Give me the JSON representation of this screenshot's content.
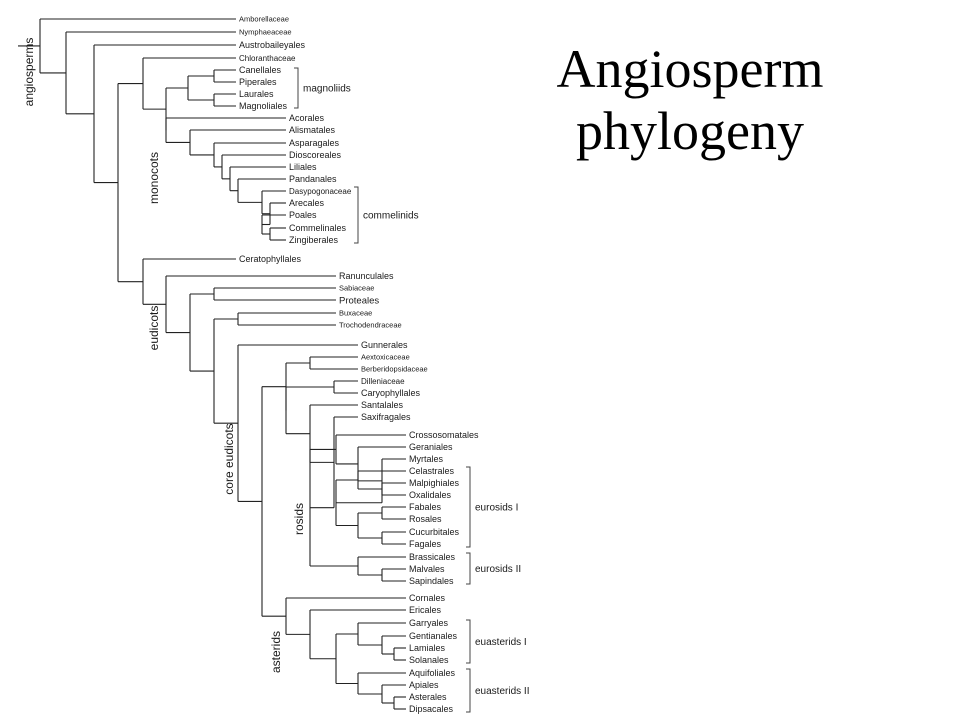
{
  "title": {
    "line1": "Angiosperm",
    "line2": "phylogeny"
  },
  "taxa": [
    "Amborellaceae",
    "Nymphaeaceae",
    "Austrobaileyales",
    "Chloranthaceae",
    "Canellales",
    "Piperales",
    "Laurales",
    "Magnoliales",
    "Acorales",
    "Alismatales",
    "Asparagales",
    "Dioscoreales",
    "Liliales",
    "Pandanales",
    "Dasypogonaceae",
    "Arecales",
    "Poales",
    "Commelinales",
    "Zingiberales",
    "Ceratophyllales",
    "Ranunculales",
    "Sabiaceae",
    "Proteales",
    "Buxaceae",
    "Trochodendraceae",
    "Gunnerales",
    "Aextoxicaceae",
    "Berberidopsidaceae",
    "Dilleniaceae",
    "Caryophyllales",
    "Santalales",
    "Saxifragales",
    "Crossosomatales",
    "Geraniales",
    "Myrtales",
    "Celastrales",
    "Malpighiales",
    "Oxalidales",
    "Fabales",
    "Rosales",
    "Cucurbitales",
    "Fagales",
    "Brassicales",
    "Malvales",
    "Sapindales",
    "Cornales",
    "Ericales",
    "Garryales",
    "Gentianales",
    "Lamiales",
    "Solanales",
    "Aquifoliales",
    "Apiales",
    "Asterales",
    "Dipsacales"
  ],
  "bracket_labels": {
    "magnoliids": "magnoliids",
    "commelinids": "commelinids",
    "eurosids_1": "eurosids I",
    "eurosids_2": "eurosids II",
    "euasterids_1": "euasterids I",
    "euasterids_2": "euasterids II"
  },
  "clade_labels": {
    "angiosperms": "angiosperms",
    "monocots": "monocots",
    "eudicots": "eudicots",
    "core_eudicots": "core eudicots",
    "rosids": "rosids",
    "asterids": "asterids"
  }
}
